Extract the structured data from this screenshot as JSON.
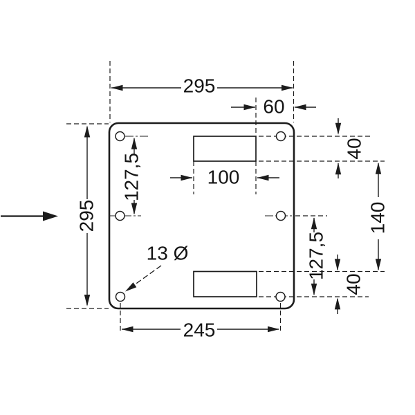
{
  "drawing": {
    "type": "technical-dimension-drawing",
    "subject": "square mounting plate, 6 holes, 2 slots",
    "line_color": "#1c1c1c",
    "background": "#ffffff",
    "labels": {
      "top_width": "295",
      "top_right_edge_offset": "60",
      "slot_width": "100",
      "left_height": "295",
      "upper_hole_spacing": "127,5",
      "hole_diameter_note": "13 Ø",
      "bottom_hole_spacing": "245",
      "right_upper_offset": "40",
      "right_mid_span": "140",
      "lower_hole_spacing": "127,5",
      "right_lower_offset": "40"
    }
  }
}
